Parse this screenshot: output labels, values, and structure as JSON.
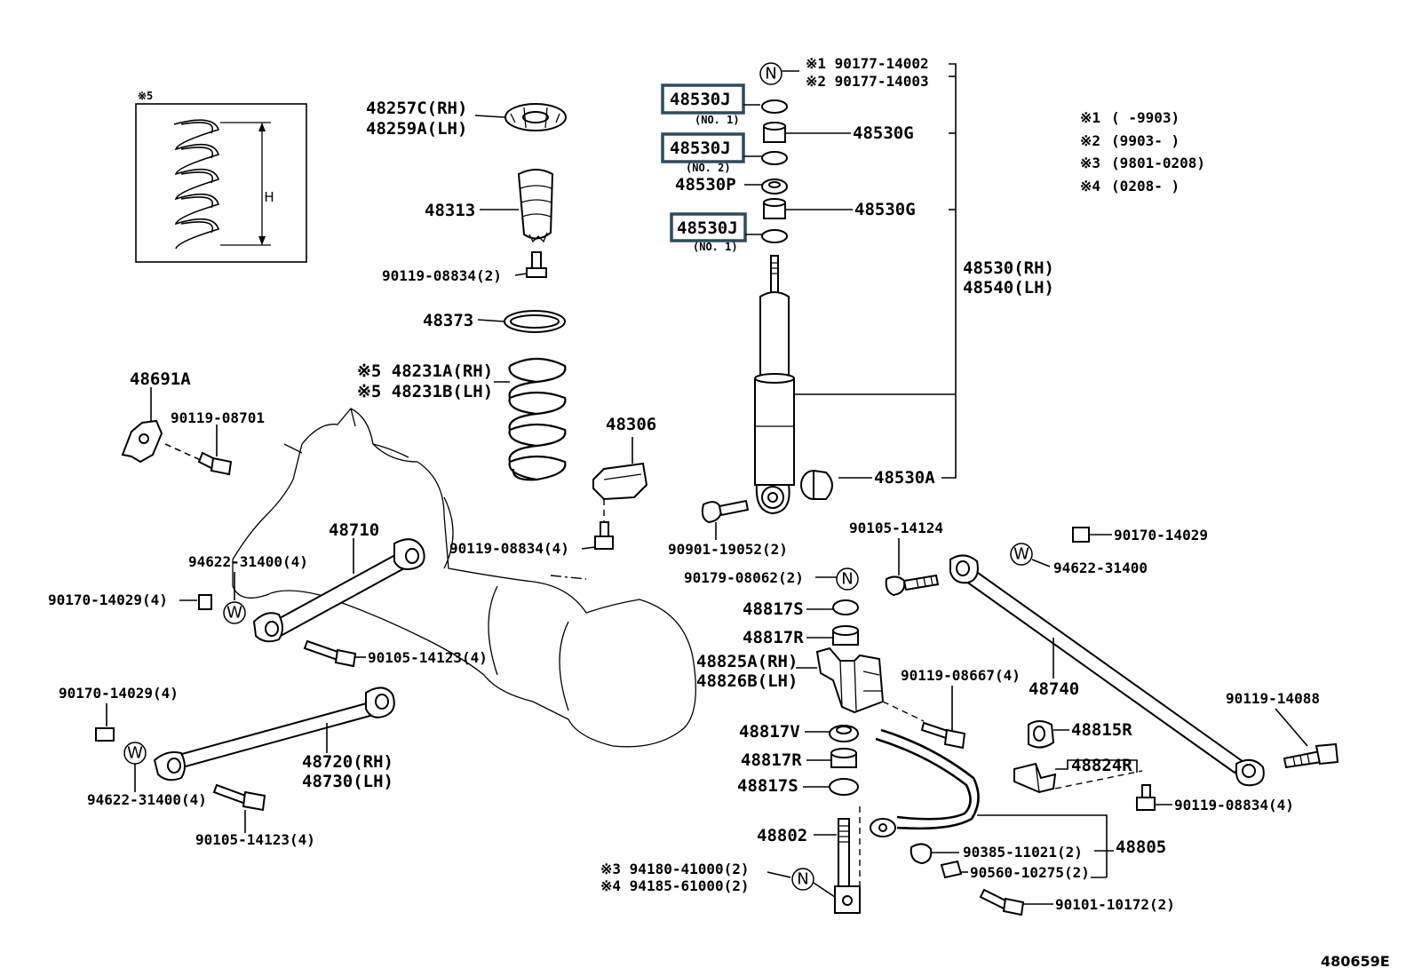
{
  "diagram_id": "480659E",
  "inset": {
    "mark": "※5",
    "dimension_label": "H"
  },
  "notes": [
    {
      "mark": "※1",
      "range": "(      -9903)"
    },
    {
      "mark": "※2",
      "range": "(9903-      )"
    },
    {
      "mark": "※3",
      "range": "(9801-0208)"
    },
    {
      "mark": "※4",
      "range": "(0208-      )"
    }
  ],
  "symbols": {
    "n": "N",
    "w": "W"
  },
  "labels": {
    "p48257c": "48257C(RH)",
    "p48259a": "48259A(LH)",
    "p48313": "48313",
    "b9011908834_2": "90119-08834(2)",
    "p48373": "48373",
    "p48231a": "※5 48231A(RH)",
    "p48231b": "※5 48231B(LH)",
    "p48306": "48306",
    "b9011908834_4": "90119-08834(4)",
    "p48691a": "48691A",
    "b9011908701": "90119-08701",
    "p48710": "48710",
    "w9462231400_4a": "94622-31400(4)",
    "n9017014029_4a": "90170-14029(4)",
    "b9010514123_4a": "90105-14123(4)",
    "n9017014029_4b": "90170-14029(4)",
    "w9462231400_4b": "94622-31400(4)",
    "p48720": "48720(RH)",
    "p48730": "48730(LH)",
    "b9010514123_4b": "90105-14123(4)",
    "n1_note": "※1  90177-14002",
    "n2_note": "※2  90177-14003",
    "p48530j_1": "48530J",
    "p48530j_1_sub": "(NO. 1)",
    "p48530j_2": "48530J",
    "p48530j_2_sub": "(NO. 2)",
    "p48530p": "48530P",
    "p48530j_3": "48530J",
    "p48530j_3_sub": "(NO. 1)",
    "p48530g_a": "48530G",
    "p48530g_b": "48530G",
    "p48530rh": "48530(RH)",
    "p48540lh": "48540(LH)",
    "p48530a": "48530A",
    "b9090119052": "90901-19052(2)",
    "n9017908062": "90179-08062(2)",
    "p48817s_a": "48817S",
    "p48817r_a": "48817R",
    "p48825a": "48825A(RH)",
    "p48826b": "48826B(LH)",
    "p48817v": "48817V",
    "p48817r_b": "48817R",
    "p48817s_b": "48817S",
    "p48802": "48802",
    "n3_note": "※3  94180-41000(2)",
    "n4_note": "※4  94185-61000(2)",
    "b9010514124": "90105-14124",
    "n9017014029": "90170-14029",
    "w9462231400": "94622-31400",
    "p48740": "48740",
    "b9011908667": "90119-08667(4)",
    "p48815r": "48815R",
    "b9011914088": "90119-14088",
    "p48824r": "48824R",
    "b9011908834_4b": "90119-08834(4)",
    "b9038511021": "90385-11021(2)",
    "b9056010275": "90560-10275(2)",
    "p48805": "48805",
    "b9010110172": "90101-10172(2)"
  }
}
